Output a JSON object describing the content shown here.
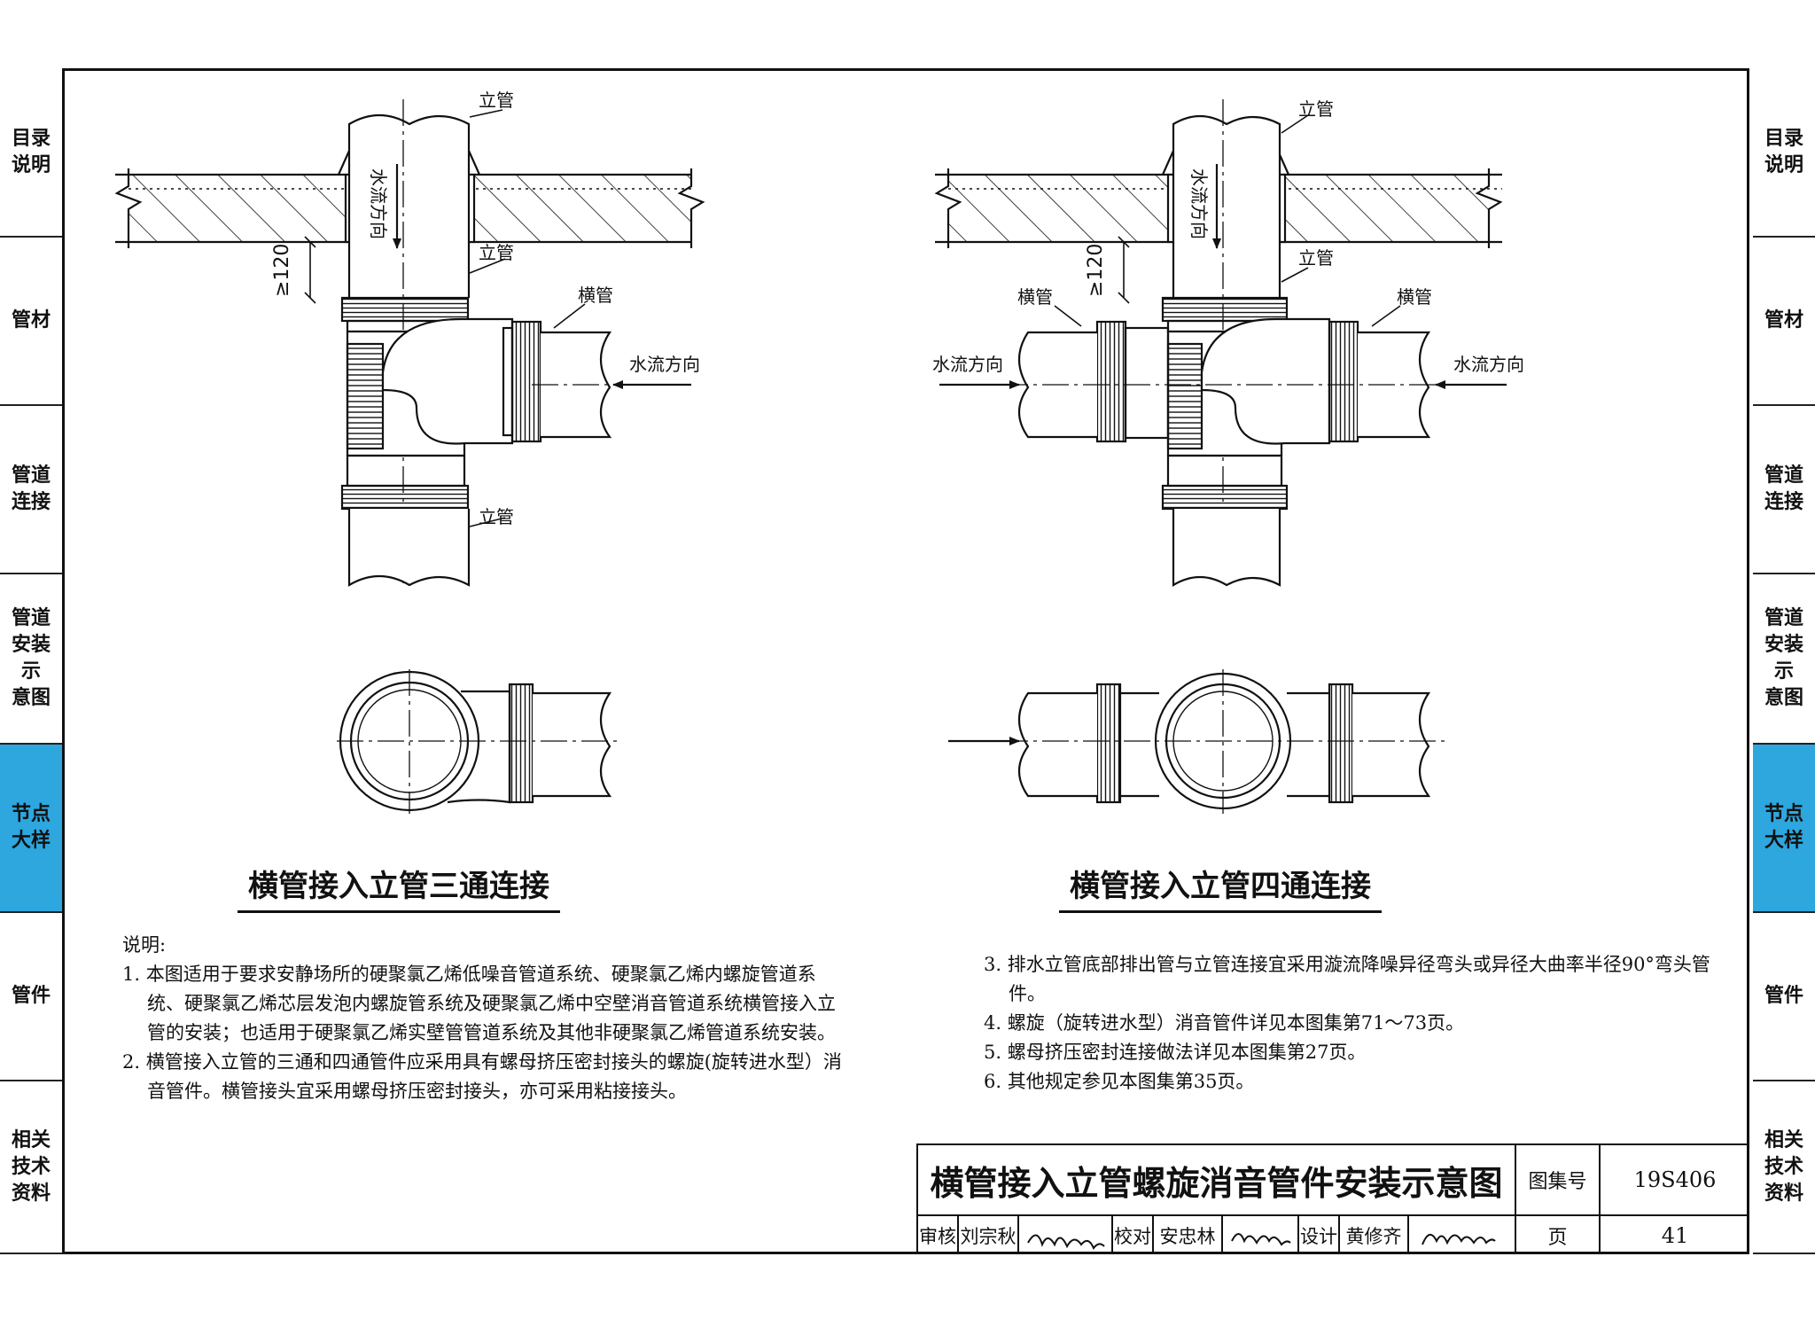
{
  "nav": {
    "items": [
      {
        "label": "目录\n说明",
        "active": false
      },
      {
        "label": "管材",
        "active": false
      },
      {
        "label": "管道\n连接",
        "active": false
      },
      {
        "label": "管道\n安装\n示\n意图",
        "active": false
      },
      {
        "label": "节点\n大样",
        "active": true
      },
      {
        "label": "管件",
        "active": false
      },
      {
        "label": "相关\n技术\n资料",
        "active": false
      }
    ],
    "active_color": "#2ea6de"
  },
  "figures": {
    "left": {
      "title": "横管接入立管三通连接",
      "labels": {
        "riser_top": "立管",
        "riser_mid": "立管",
        "riser_bottom": "立管",
        "branch": "横管",
        "flow_right": "水流方向",
        "flow_down": "水流方向",
        "dimension": "≥120"
      }
    },
    "right": {
      "title": "横管接入立管四通连接",
      "labels": {
        "riser_top": "立管",
        "riser_mid": "立管",
        "branch_left": "横管",
        "branch_right": "横管",
        "flow_left": "水流方向",
        "flow_right": "水流方向",
        "flow_down": "水流方向",
        "dimension": "≥120"
      }
    }
  },
  "notes": {
    "heading": "说明:",
    "left": [
      "1. 本图适用于要求安静场所的硬聚氯乙烯低噪音管道系统、硬聚氯乙烯内螺旋管道系统、硬聚氯乙烯芯层发泡内螺旋管系统及硬聚氯乙烯中空壁消音管道系统横管接入立管的安装；也适用于硬聚氯乙烯实壁管管道系统及其他非硬聚氯乙烯管道系统安装。",
      "2. 横管接入立管的三通和四通管件应采用具有螺母挤压密封接头的螺旋(旋转进水型）消音管件。横管接头宜采用螺母挤压密封接头，亦可采用粘接接头。"
    ],
    "right": [
      "3. 排水立管底部排出管与立管连接宜采用漩流降噪异径弯头或异径大曲率半径90°弯头管件。",
      "4. 螺旋（旋转进水型）消音管件详见本图集第71～73页。",
      "5. 螺母挤压密封连接做法详见本图集第27页。",
      "6. 其他规定参见本图集第35页。"
    ]
  },
  "title_block": {
    "drawing_title": "横管接入立管螺旋消音管件安装示意图",
    "atlas_label": "图集号",
    "atlas_number": "19S406",
    "review_label": "审核",
    "reviewer": "刘宗秋",
    "check_label": "校对",
    "checker": "安忠林",
    "design_label": "设计",
    "designer": "黄修齐",
    "page_label": "页",
    "page_number": "41"
  }
}
